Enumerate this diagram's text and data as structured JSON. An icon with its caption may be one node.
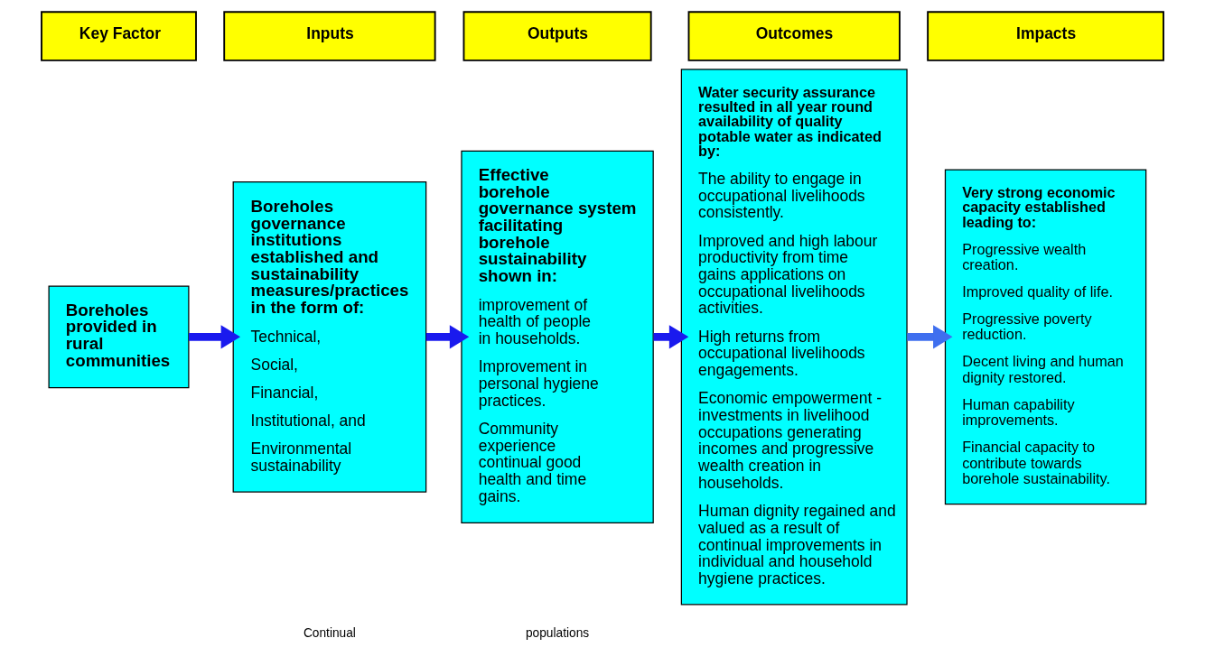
{
  "diagram": {
    "nodes": [
      {
        "text": [
          "Key Factor"
        ]
      },
      {
        "text": [
          "Inputs"
        ]
      },
      {
        "text": [
          "Outputs"
        ]
      },
      {
        "text": [
          "Outcomes"
        ]
      },
      {
        "text": [
          "Impacts"
        ]
      },
      {
        "text": [
          "Boreholes provided in rural communities"
        ]
      },
      {
        "text": [
          "Boreholes governance institutions established and sustainability measures/practices in the form of:",
          "Technical,",
          "Social,",
          "Financial,",
          "Institutional, and",
          "Environmental sustainability"
        ]
      },
      {
        "text": [
          "Effective borehole governance system facilitating borehole sustainability shown in:",
          "improvement of health of people in households.",
          "Improvement in personal hygiene practices.",
          "Community experience continual good health and time gains."
        ]
      },
      {
        "text": [
          "Water security assurance resulted in all year round availability of quality potable water as indicated by:",
          "The ability to engage in occupational livelihoods consistently.",
          "Improved and high labour productivity from time gains applications on occupational livelihoods activities.",
          "High returns from occupational livelihoods engagements.",
          "Economic empowerment - investments in livelihood occupations generating incomes and progressive wealth creation in households.",
          "Human dignity regained and valued as a result of continual improvements in individual and household hygiene practices."
        ]
      },
      {
        "text": [
          "Very strong economic capacity established leading to:",
          "Progressive wealth creation.",
          "Improved quality of life.",
          "Progressive poverty reduction.",
          "Decent living and human dignity restored.",
          "Human capability improvements.",
          "Financial capacity to contribute towards borehole sustainability."
        ]
      }
    ],
    "edges": [
      {
        "from": 5,
        "to": 6,
        "arrow": "to"
      },
      {
        "from": 6,
        "to": 7,
        "arrow": "to"
      },
      {
        "from": 7,
        "to": 8,
        "arrow": "to"
      },
      {
        "from": 8,
        "to": 9,
        "arrow": "to",
        "color": "#3f6fef"
      }
    ],
    "labels": [
      "Continual",
      "populations"
    ]
  }
}
